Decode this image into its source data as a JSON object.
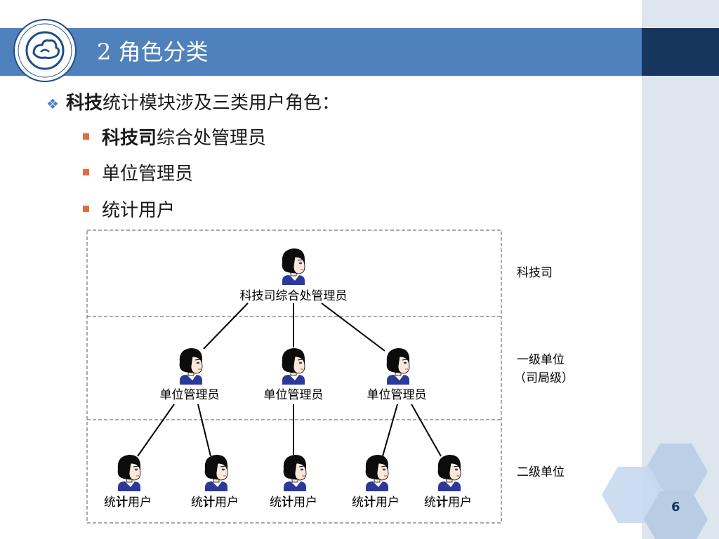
{
  "slide": {
    "title": "2 角色分类",
    "page_number": "6",
    "colors": {
      "header": "#4f81bd",
      "header_dark": "#17365d",
      "panel": "#dde5ee",
      "bullet_square": "#e36c3b"
    }
  },
  "bullets": {
    "main": {
      "bold": "科技",
      "rest": "统计模块涉及三类用户角色："
    },
    "sub": [
      {
        "bold": "科技司",
        "rest": "综合处管理员"
      },
      {
        "bold": "",
        "rest": "单位管理员"
      },
      {
        "bold": "",
        "rest": "统计用户"
      }
    ]
  },
  "diagram": {
    "top_user": "科技司综合处管理员",
    "unit_admins": [
      "单位管理员",
      "单位管理员",
      "单位管理员"
    ],
    "stat_users": [
      {
        "a": "统",
        "b": "计",
        "c": "用户"
      },
      {
        "a": "统",
        "b": "计",
        "c": "用户"
      },
      {
        "a": "统",
        "b": "计",
        "c": "用户"
      },
      {
        "a": "统",
        "b": "计",
        "c": "用户"
      },
      {
        "a": "统",
        "b": "计",
        "c": "用户"
      }
    ],
    "levels": {
      "level0": "科技司",
      "level1_line1": "一级单位",
      "level1_line2": "（司局级）",
      "level2": "二级单位"
    }
  }
}
